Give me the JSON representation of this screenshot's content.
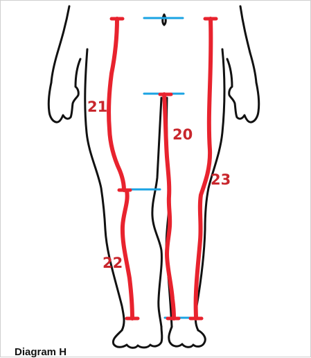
{
  "caption": "Diagram H",
  "colors": {
    "outline": "#111111",
    "measure_line": "#e8232e",
    "reference_line": "#1aa3e3",
    "number": "#c8262c"
  },
  "measurements": [
    {
      "number": "20",
      "label": "20"
    },
    {
      "number": "21",
      "label": "21"
    },
    {
      "number": "22",
      "label": "22"
    },
    {
      "number": "23",
      "label": "23"
    }
  ]
}
